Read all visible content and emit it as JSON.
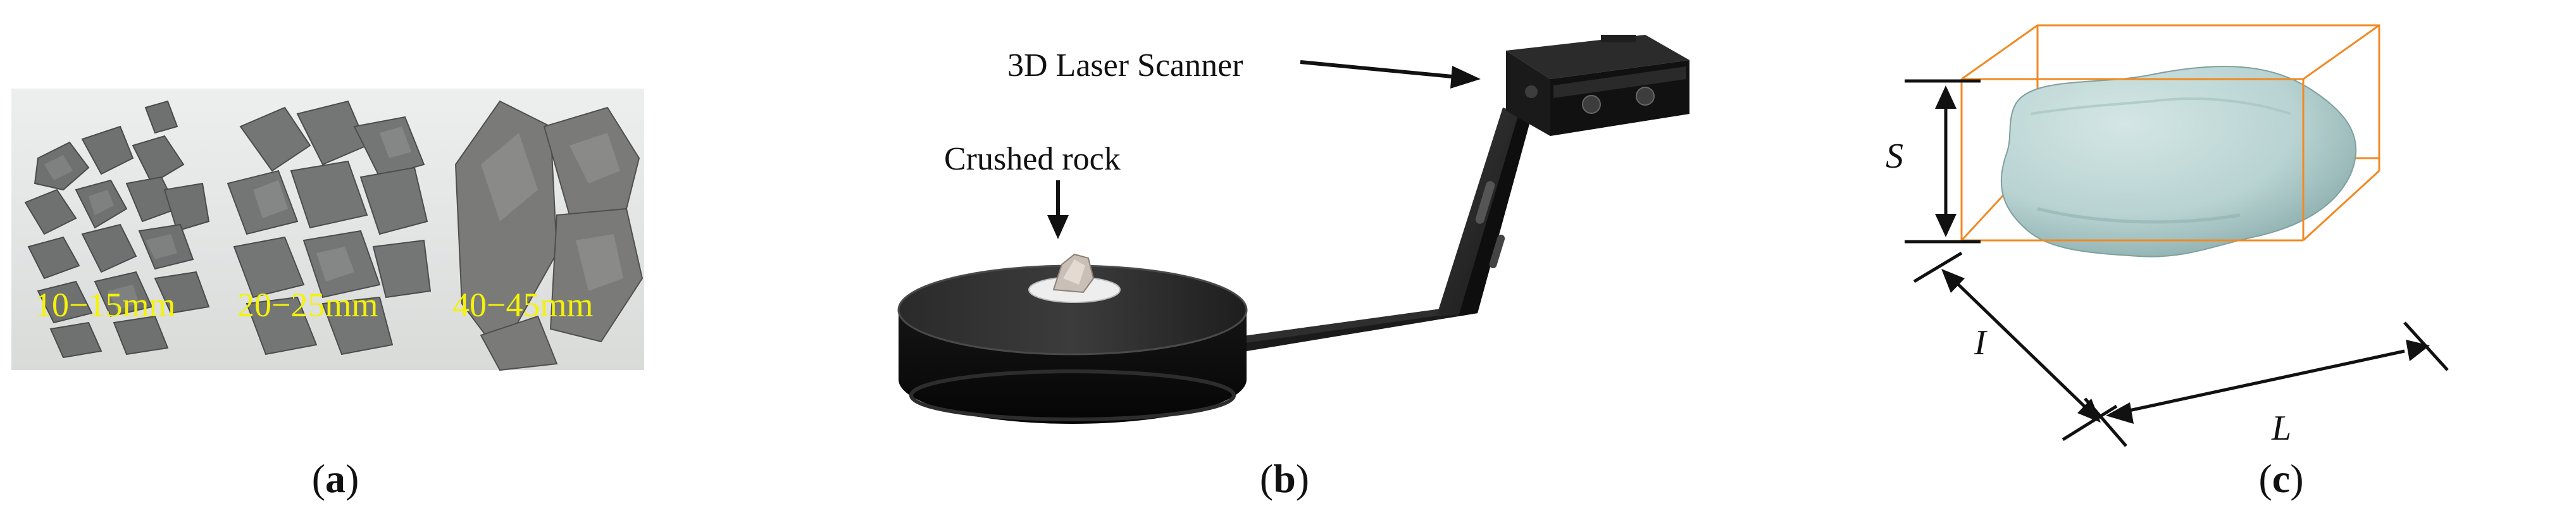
{
  "panel_a": {
    "samples": [
      {
        "label": "10−15mm"
      },
      {
        "label": "20−25mm"
      },
      {
        "label": "40−45mm"
      }
    ],
    "caption": "a"
  },
  "panel_b": {
    "scanner_label": "3D Laser Scanner",
    "rock_label": "Crushed rock",
    "caption": "b"
  },
  "panel_c": {
    "dim_s": "S",
    "dim_i": "I",
    "dim_l": "L",
    "box_color": "#f08a24",
    "rock_color": "#b8d3d2",
    "caption": "c"
  }
}
